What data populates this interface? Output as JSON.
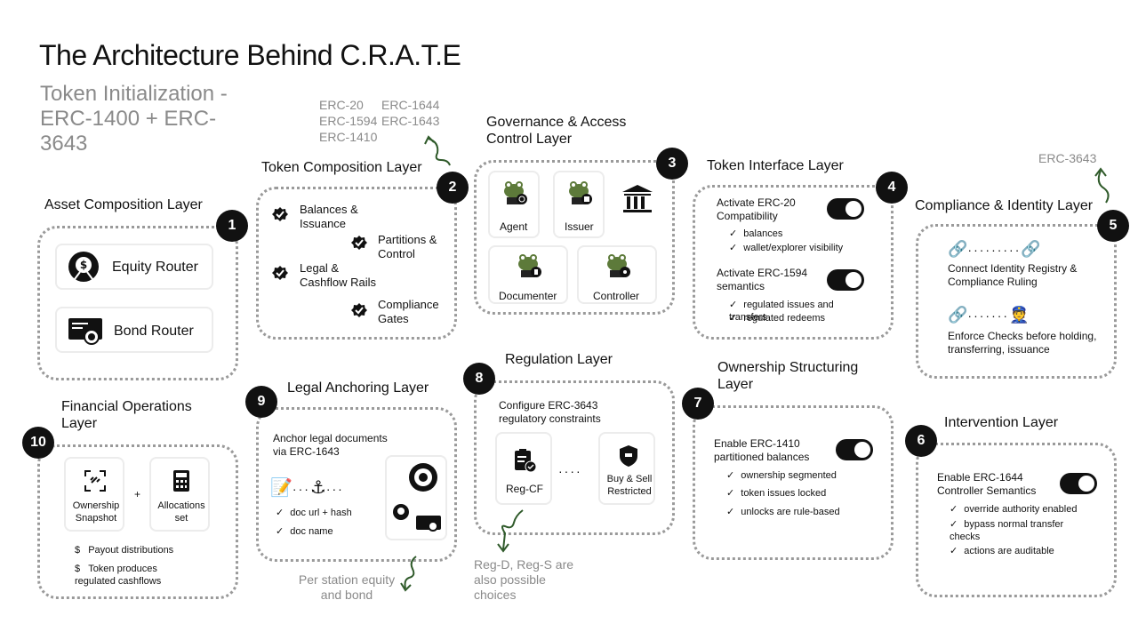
{
  "title": "The Architecture Behind C.R.A.T.E",
  "subtitle": "Token Initialization - ERC-1400 + ERC-3643",
  "erc_notes": {
    "top_left": [
      "ERC-20",
      "ERC-1594",
      "ERC-1410"
    ],
    "top_right": [
      "ERC-1644",
      "ERC-1643"
    ],
    "compliance": "ERC-3643"
  },
  "layers": {
    "asset": {
      "num": "1",
      "title": "Asset Composition Layer",
      "items": [
        "Equity Router",
        "Bond Router"
      ]
    },
    "token_comp": {
      "num": "2",
      "title": "Token Composition Layer",
      "items": [
        "Balances & Issuance",
        "Partitions & Control",
        "Legal & Cashflow Rails",
        "Compliance Gates"
      ]
    },
    "governance": {
      "num": "3",
      "title": "Governance & Access Control Layer",
      "roles": [
        "Agent",
        "Issuer",
        "Documenter",
        "Controller"
      ]
    },
    "interface": {
      "num": "4",
      "title": "Token Interface Layer",
      "t1": "Activate ERC-20 Compatibility",
      "t1_items": [
        "balances",
        "wallet/explorer visibility"
      ],
      "t2": "Activate ERC-1594 semantics",
      "t2_items": [
        "regulated issues and transfers",
        "regulated redeems"
      ]
    },
    "compliance": {
      "num": "5",
      "title": "Compliance & Identity Layer",
      "c1": "Connect Identity Registry & Compliance Ruling",
      "c2": "Enforce Checks before holding, transferring, issuance"
    },
    "intervention": {
      "num": "6",
      "title": "Intervention Layer",
      "toggle": "Enable ERC-1644 Controller Semantics",
      "items": [
        "override authority enabled",
        "bypass normal transfer checks",
        "actions are auditable"
      ]
    },
    "ownership": {
      "num": "7",
      "title": "Ownership Structuring Layer",
      "toggle": "Enable ERC-1410 partitioned balances",
      "items": [
        "ownership segmented",
        "token issues locked",
        "unlocks are rule-based"
      ]
    },
    "regulation": {
      "num": "8",
      "title": "Regulation Layer",
      "desc": "Configure ERC-3643 regulatory constraints",
      "cards": [
        "Reg-CF",
        "Buy & Sell Restricted"
      ],
      "note": "Reg-D, Reg-S are also possible choices"
    },
    "legal": {
      "num": "9",
      "title": "Legal Anchoring Layer",
      "desc": "Anchor legal documents via ERC-1643",
      "items": [
        "doc url + hash",
        "doc name"
      ],
      "note": "Per station equity and bond"
    },
    "financial": {
      "num": "10",
      "title": "Financial Operations Layer",
      "cards": [
        "Ownership Snapshot",
        "Allocations set"
      ],
      "plus": "+",
      "items": [
        "Payout distributions",
        "Token produces regulated cashflows"
      ]
    }
  }
}
